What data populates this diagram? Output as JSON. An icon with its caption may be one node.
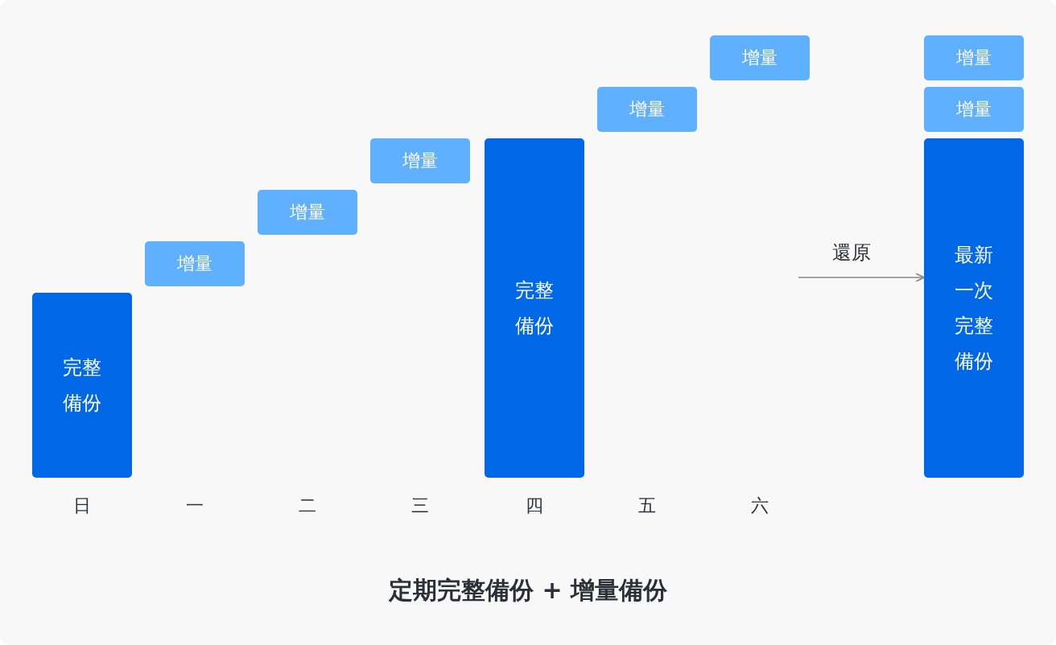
{
  "diagram": {
    "caption": "定期完整備份 + 增量備份",
    "nodes": [
      {
        "text": [
          "完整備份"
        ]
      },
      {
        "text": [
          "增量"
        ]
      },
      {
        "text": [
          "增量"
        ]
      },
      {
        "text": [
          "增量"
        ]
      },
      {
        "text": [
          "完整備份"
        ]
      },
      {
        "text": [
          "增量"
        ]
      },
      {
        "text": [
          "增量"
        ]
      },
      {
        "text": [
          "增量"
        ]
      },
      {
        "text": [
          "增量"
        ]
      },
      {
        "text": [
          "最新一次完整備份"
        ]
      }
    ],
    "edges": [
      {
        "from": null,
        "to": 9,
        "arrow": "to",
        "label": "還原"
      }
    ],
    "labels": [
      "日",
      "一",
      "二",
      "三",
      "四",
      "五",
      "六"
    ]
  }
}
